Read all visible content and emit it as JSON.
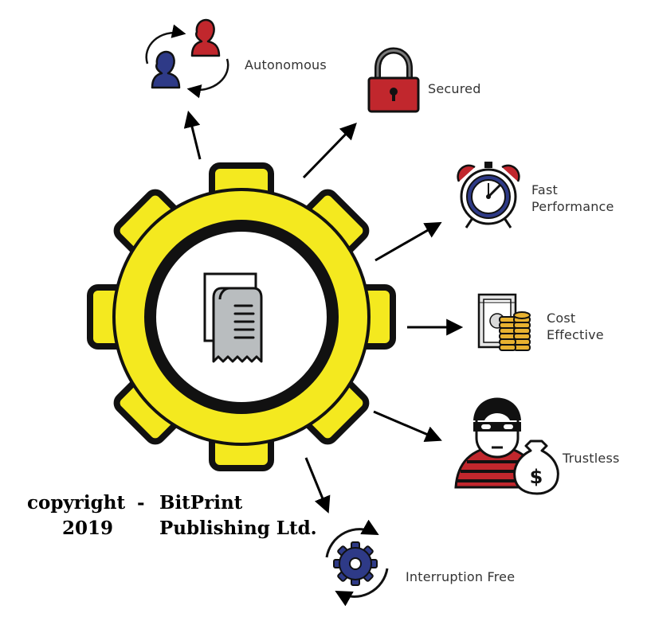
{
  "benefits": {
    "autonomous": "Autonomous",
    "secured": "Secured",
    "fast_line1": "Fast",
    "fast_line2": "Performance",
    "cost_line1": "Cost",
    "cost_line2": "Effective",
    "trustless": "Trustless",
    "interruption_free": "Interruption Free"
  },
  "copyright": {
    "word": "copyright",
    "dash": "-",
    "year": "2019",
    "publisher_line1": "BitPrint",
    "publisher_line2": "Publishing Ltd."
  },
  "colors": {
    "gear_fill": "#f4e91f",
    "outline": "#111111",
    "red": "#c1272d",
    "navy": "#2e3a87",
    "gold": "#e8b230"
  },
  "icons": [
    "users-exchange-icon",
    "padlock-icon",
    "alarm-clock-icon",
    "money-coins-icon",
    "robber-moneybag-icon",
    "gear-cycle-icon",
    "receipt-document-icon"
  ]
}
